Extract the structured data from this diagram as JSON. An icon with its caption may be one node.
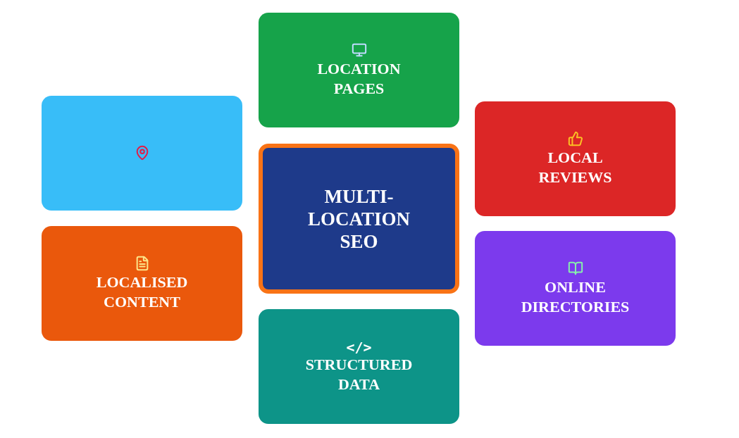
{
  "diagram": {
    "nodes": [
      {
        "text": [
          "LOCATION PAGES"
        ]
      },
      {
        "text": [],
        "shape": "box"
      },
      {
        "text": [
          "MULTI-LOCATION SEO"
        ]
      },
      {
        "text": [
          "LOCAL REVIEWS"
        ]
      },
      {
        "text": [
          "LOCALISED CONTENT"
        ]
      },
      {
        "text": [
          "ONLINE DIRECTORIES"
        ]
      },
      {
        "text": [
          "</>",
          "STRUCTURED DATA"
        ]
      }
    ]
  }
}
